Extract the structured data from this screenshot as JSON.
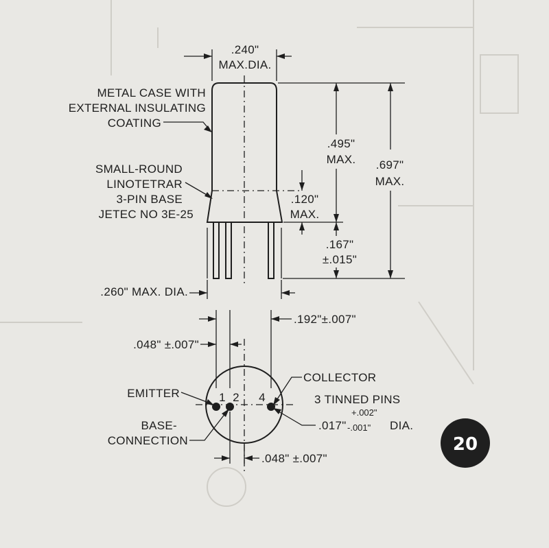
{
  "labels": {
    "top_dia_value": ".240\"",
    "top_dia_note": "MAX.DIA.",
    "case_line1": "METAL CASE WITH",
    "case_line2": "EXTERNAL INSULATING",
    "case_line3": "COATING",
    "base_line1": "SMALL-ROUND",
    "base_line2": "LINOTETRAR",
    "base_line3": "3-PIN BASE",
    "base_line4": "JETEC NO 3E-25",
    "len495_value": ".495\"",
    "len495_note": "MAX.",
    "len697_value": ".697\"",
    "len697_note": "MAX.",
    "len120_value": ".120\"",
    "len120_note": "MAX.",
    "len167_value": ".167\"",
    "len167_tol": "±.015\"",
    "base_dia": ".260\" MAX. DIA.",
    "pin_spacing_top": ".192\"±.007\"",
    "pin_offset_left": ".048\" ±.007\"",
    "collector": "COLLECTOR",
    "emitter": "EMITTER",
    "base_conn_line1": "BASE-",
    "base_conn_line2": "CONNECTION",
    "tinned_pins": "3 TINNED PINS",
    "pin_dia_plus": "+.002\"",
    "pin_dia_value": ".017\"",
    "pin_dia_minus": "-.001\"",
    "pin_dia_note": "DIA.",
    "pin_offset_bottom": ".048\" ±.007\"",
    "pin_1": "1",
    "pin_2": "2",
    "pin_4": "4"
  },
  "page_badge": "20",
  "colors": {
    "paper": "#e9e8e4",
    "ink": "#1e1e1e",
    "badge": "#1f1f1f"
  }
}
